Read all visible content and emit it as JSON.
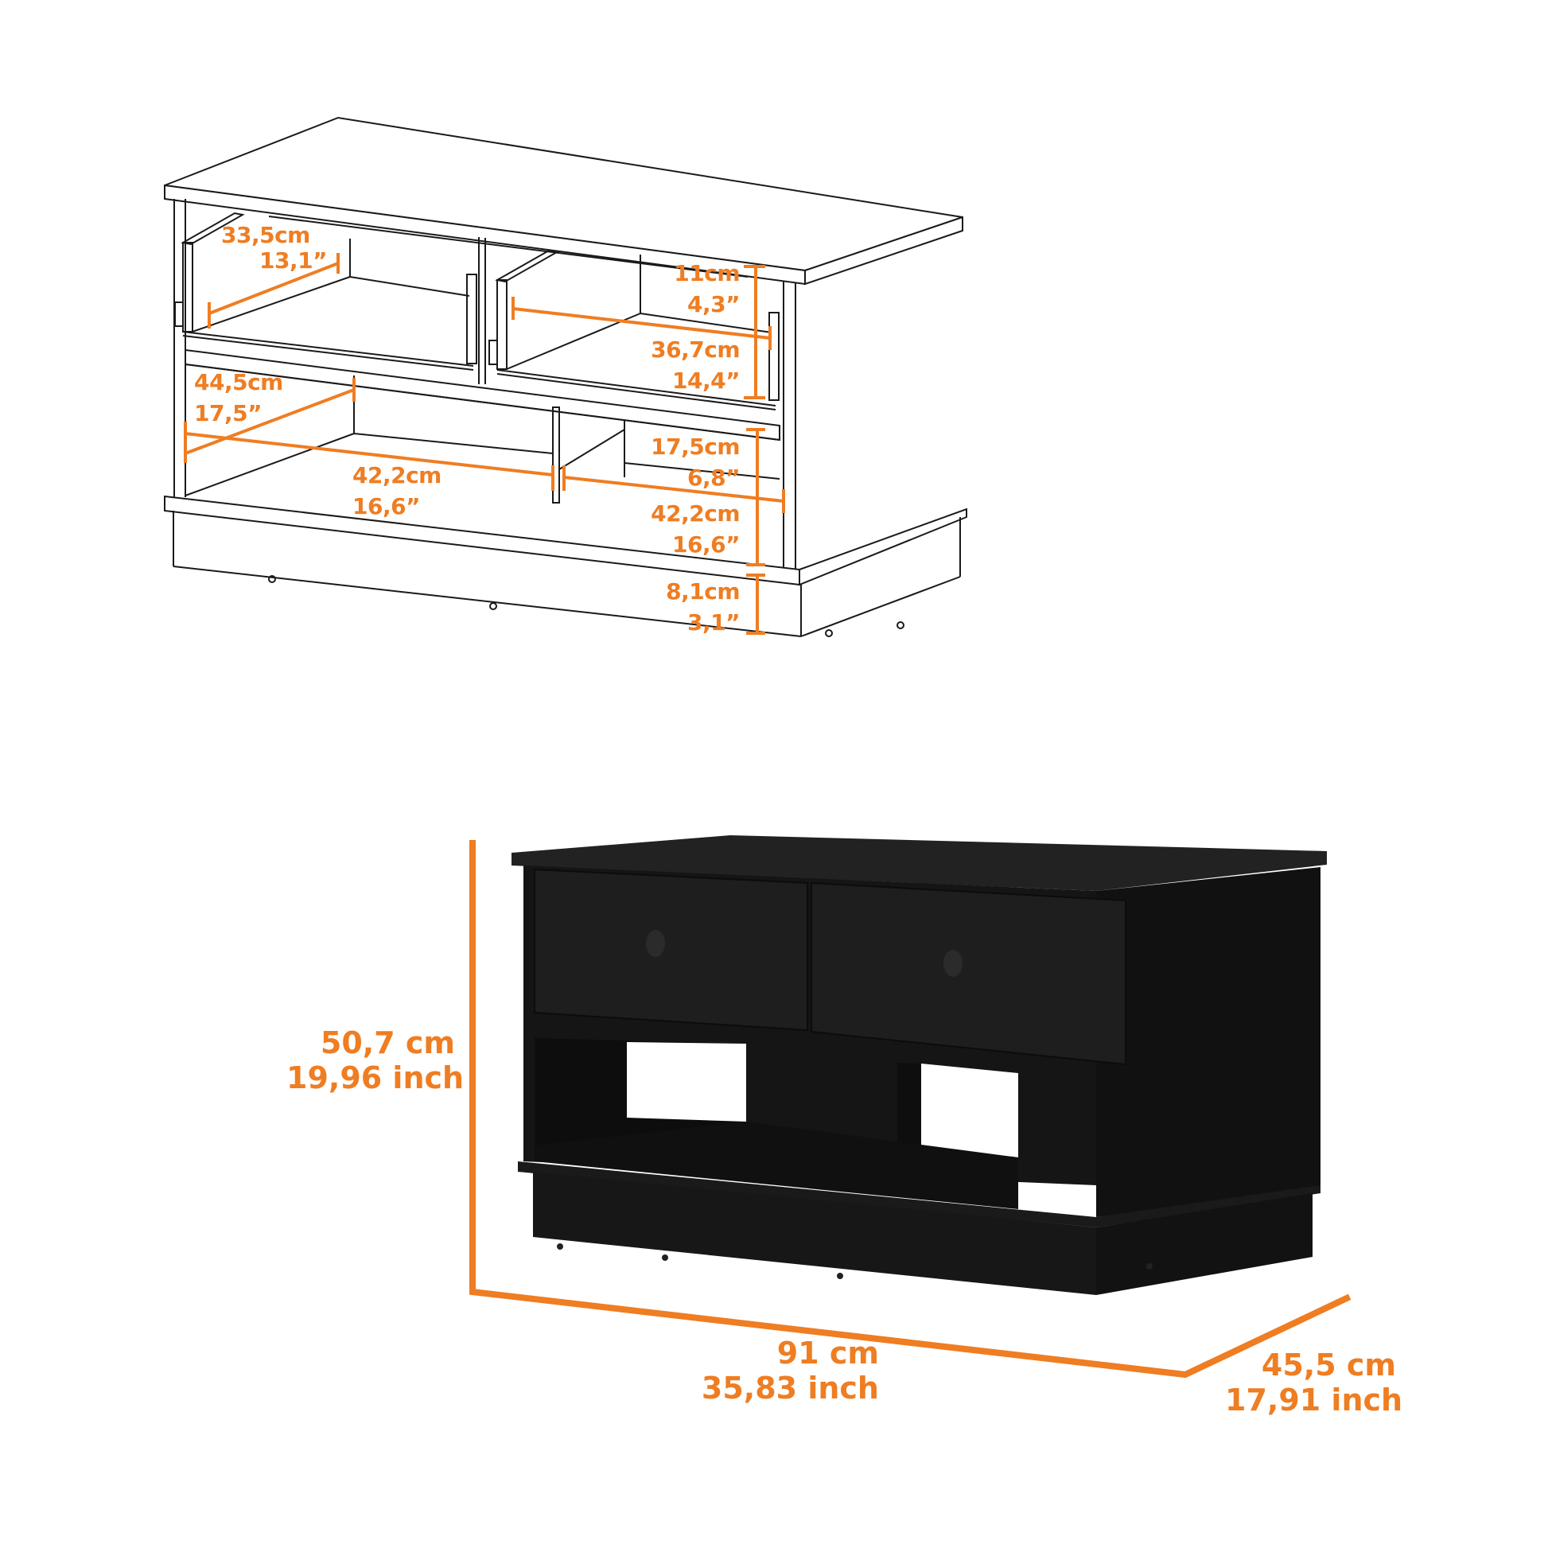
{
  "colors": {
    "accent": "#ef7d22",
    "line": "#1a1a1a",
    "furniture": "#141414",
    "furniture_face": "#1e1e1e",
    "knob": "#2a2a2a",
    "background": "#ffffff"
  },
  "line_drawing": {
    "drawer_depth": {
      "cm": "33,5cm",
      "inch": "13,1”"
    },
    "drawer_height": {
      "cm": "11cm",
      "inch": "4,3”"
    },
    "drawer_width": {
      "cm": "36,7cm",
      "inch": "14,4”"
    },
    "shelf_depth": {
      "cm": "44,5cm",
      "inch": "17,5”"
    },
    "left_shelf_width": {
      "cm": "42,2cm",
      "inch": "16,6”"
    },
    "shelf_height": {
      "cm": "17,5cm",
      "inch": "6,8”"
    },
    "right_shelf_width": {
      "cm": "42,2cm",
      "inch": "16,6”"
    },
    "base_height": {
      "cm": "8,1cm",
      "inch": "3,1”"
    }
  },
  "product_view": {
    "height": {
      "cm": "50,7 cm",
      "inch": "19,96 inch"
    },
    "width": {
      "cm": "91 cm",
      "inch": "35,83 inch"
    },
    "depth": {
      "cm": "45,5 cm",
      "inch": "17,91 inch"
    }
  }
}
